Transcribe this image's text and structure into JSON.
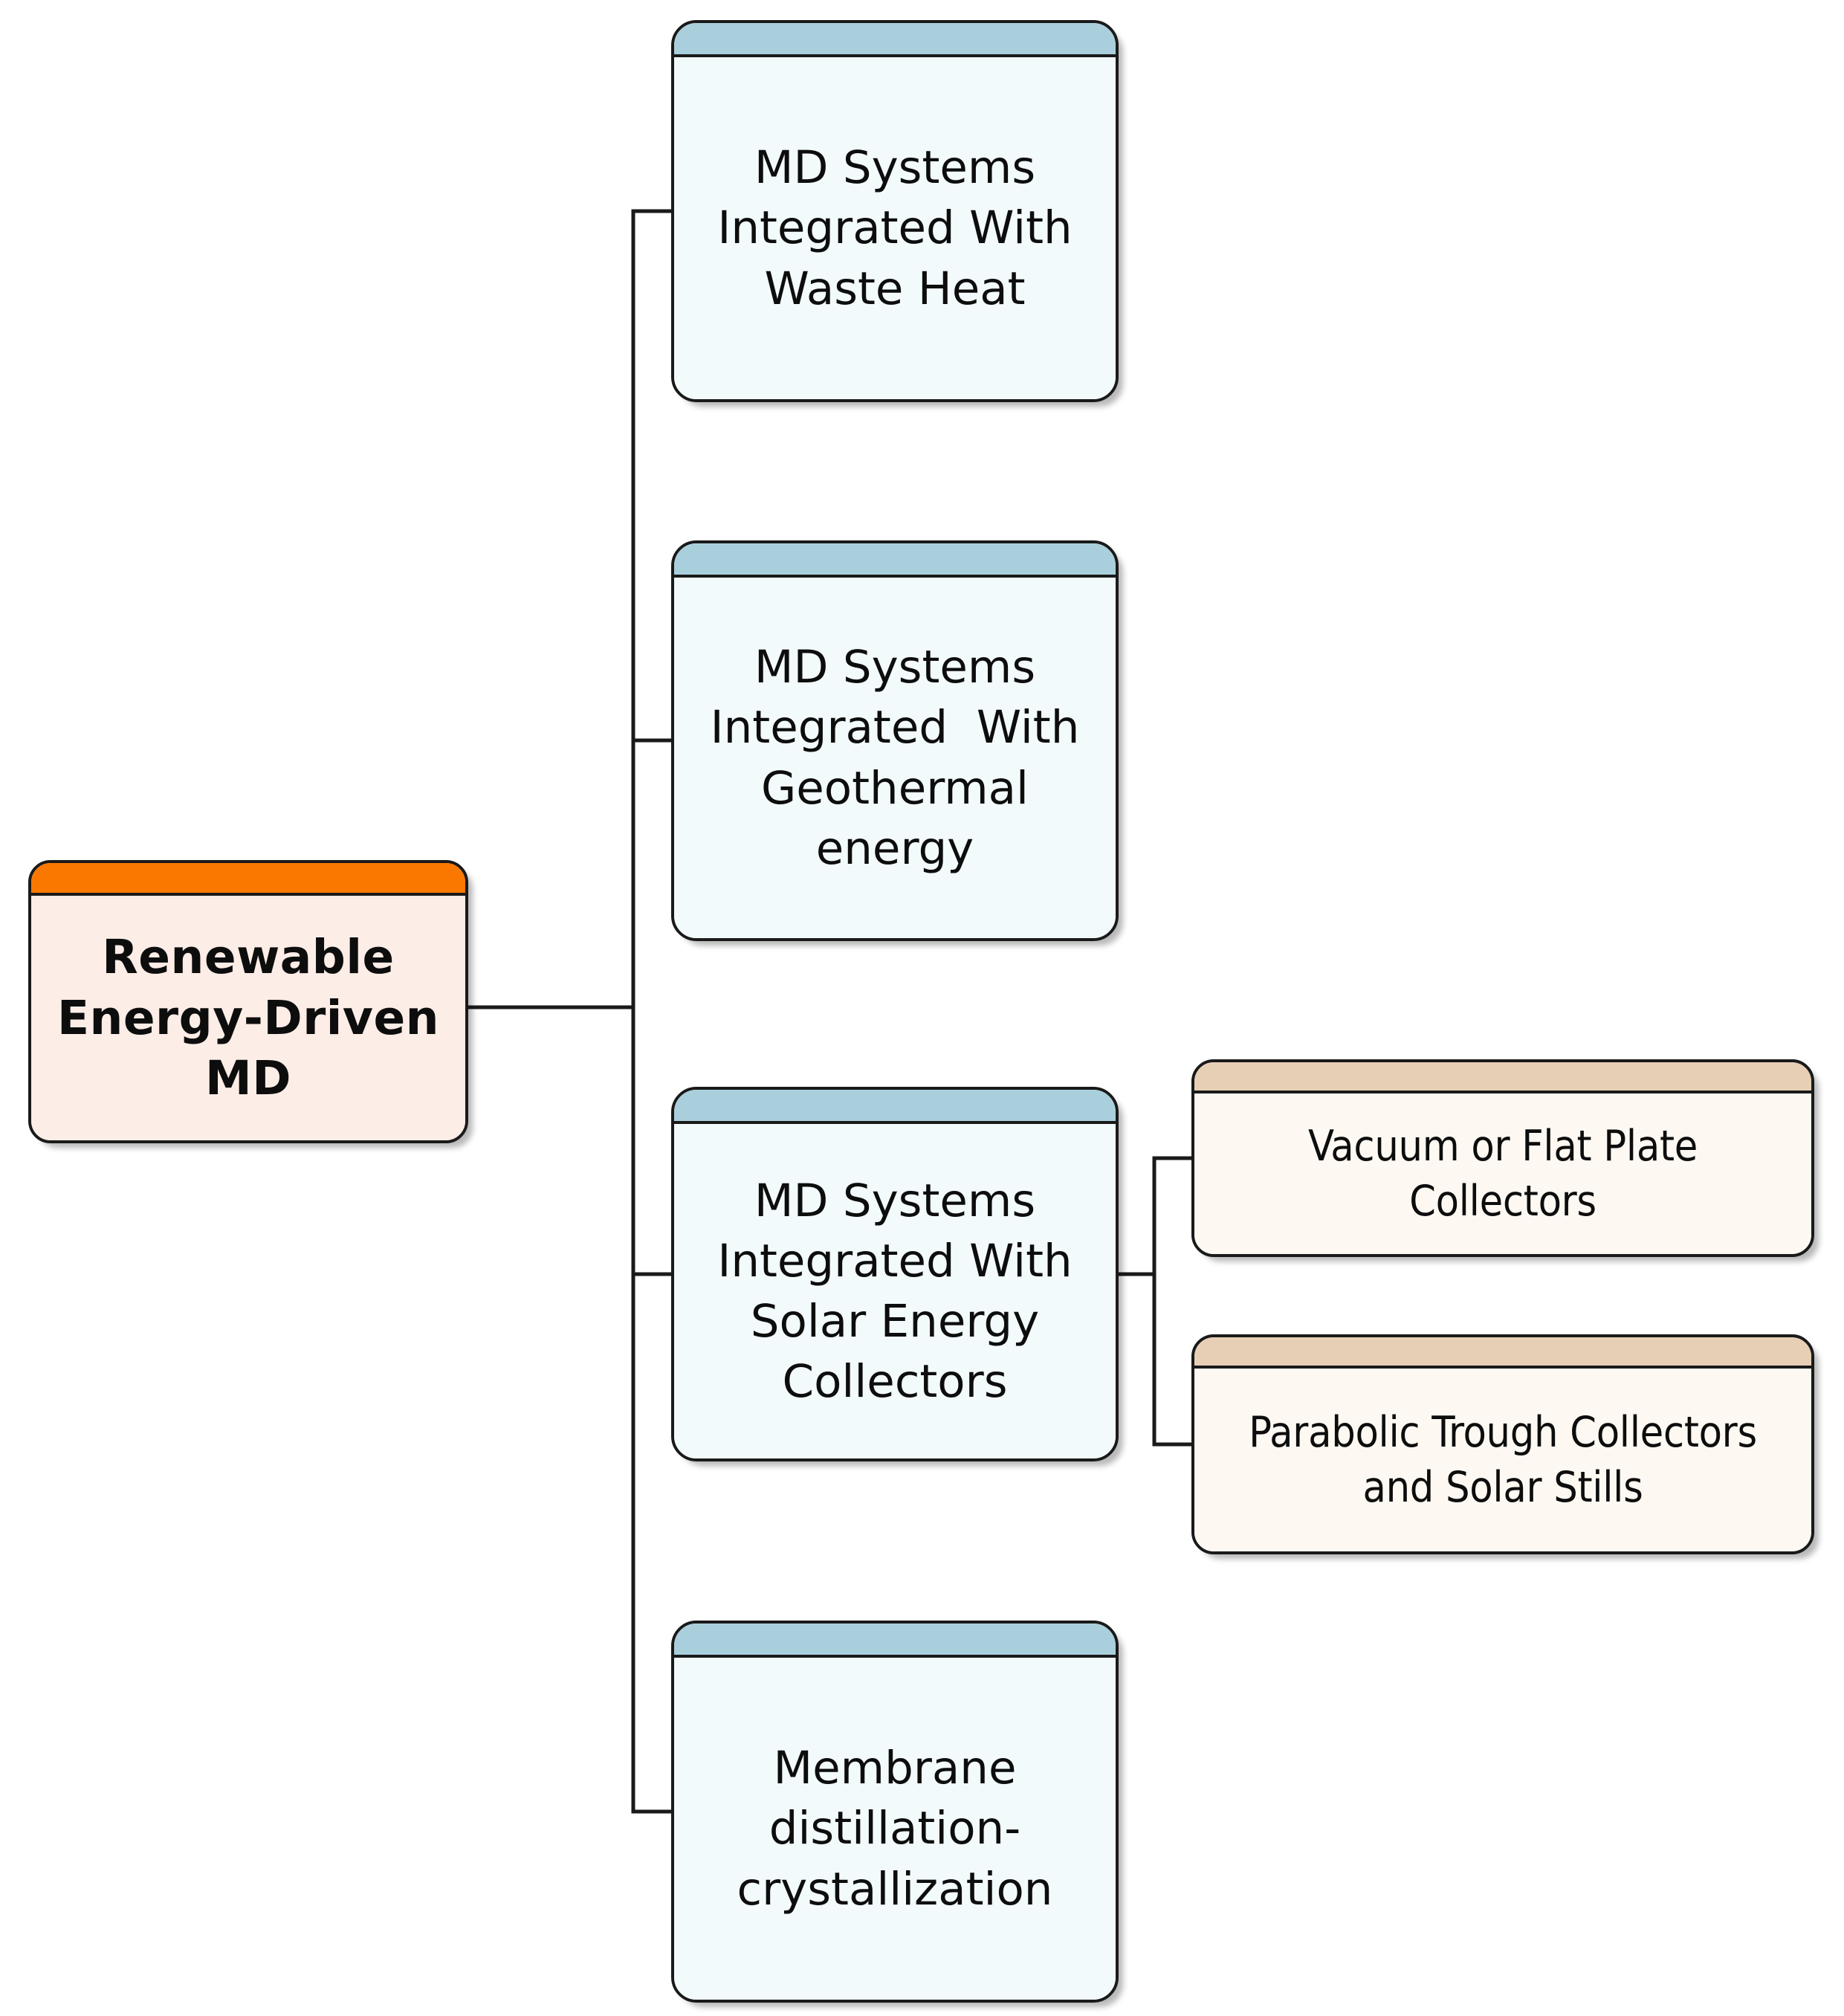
{
  "diagram": {
    "type": "hierarchy-tree",
    "orientation": "left-to-right",
    "title": "Renewable Energy-Driven MD classification tree",
    "colors": {
      "root_header": "#FA7800",
      "root_body": "#FDEDE7",
      "branch_header": "#AACFDC",
      "branch_body": "#F2FAFC",
      "leaf_header": "#E7CFB6",
      "leaf_body": "#FDF9F2",
      "border": "#1A1A1A",
      "connector": "#1A1A1A",
      "background": "#FFFFFF"
    }
  },
  "root": {
    "label": "Renewable\nEnergy-Driven\nMD"
  },
  "branches": [
    {
      "label": "MD Systems\nIntegrated With\nWaste Heat"
    },
    {
      "label": "MD Systems\nIntegrated  With\nGeothermal\nenergy"
    },
    {
      "label": "MD Systems\nIntegrated With\nSolar Energy\nCollectors"
    },
    {
      "label": "Membrane\ndistillation-\ncrystallization"
    }
  ],
  "leaves": [
    {
      "label": "Vacuum or Flat Plate Collectors"
    },
    {
      "label": "Parabolic Trough Collectors\nand Solar Stills"
    }
  ]
}
